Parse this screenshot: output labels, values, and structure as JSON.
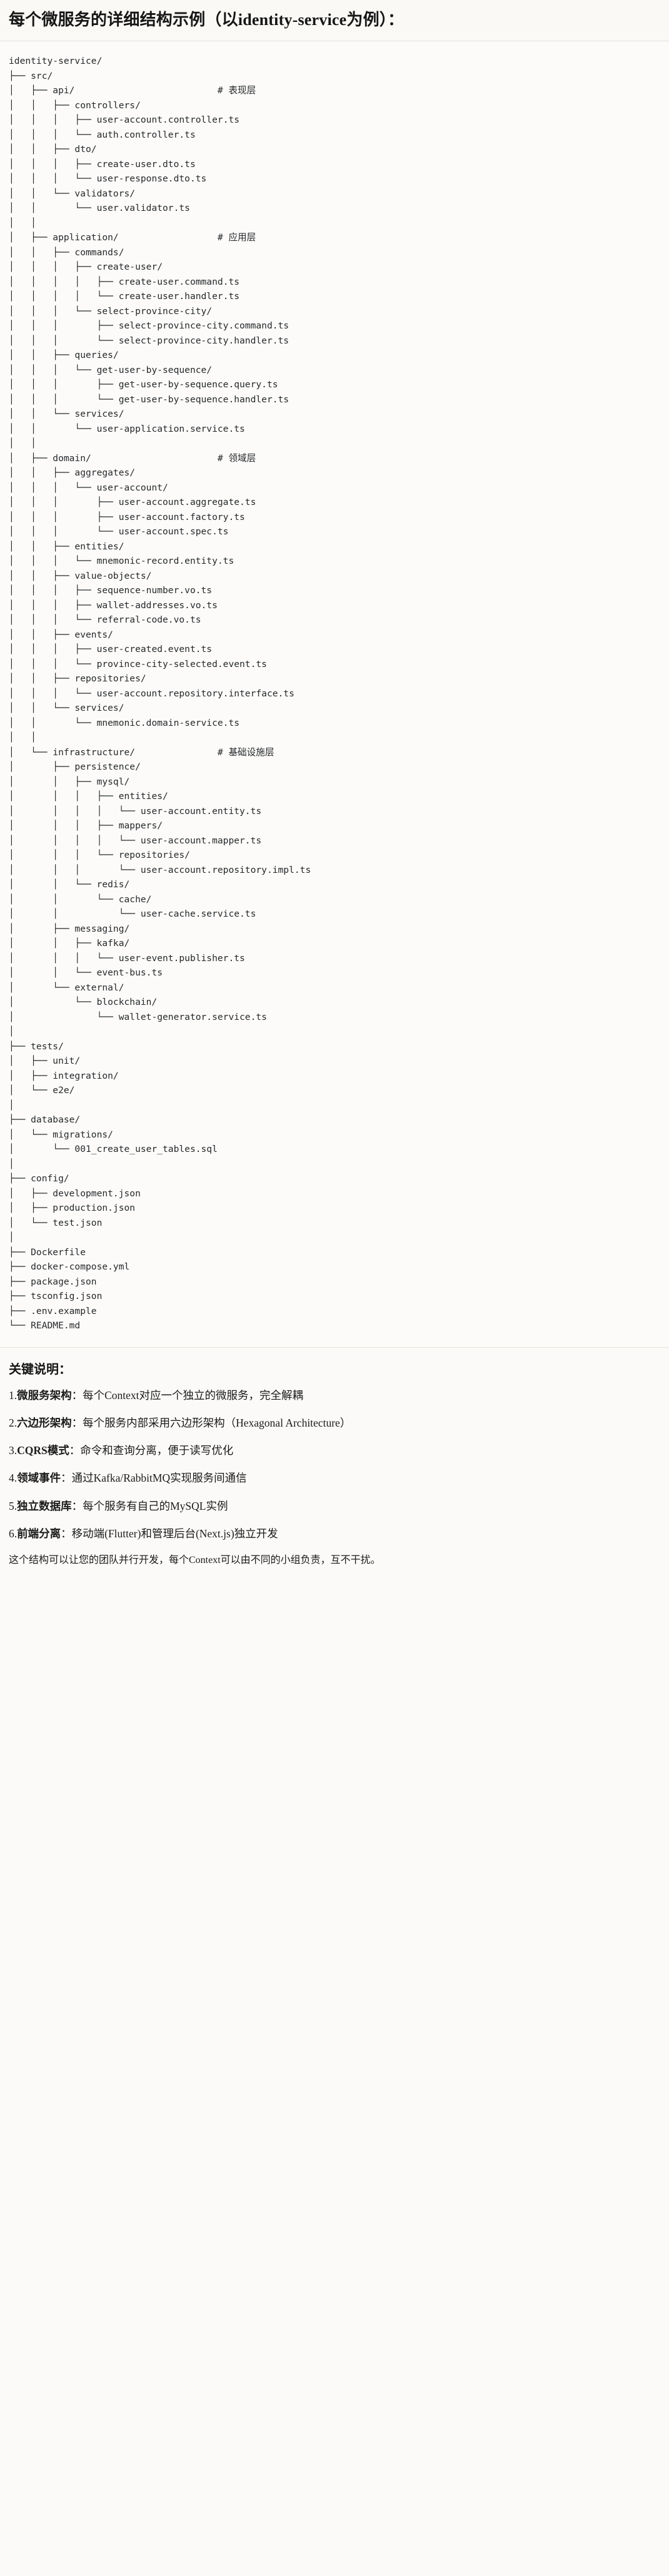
{
  "header": {
    "title": "每个微服务的详细结构示例（以identity-service为例）："
  },
  "tree": {
    "root": "identity-service/",
    "text": "identity-service/\n├── src/\n│   ├── api/                          # 表现层\n│   │   ├── controllers/\n│   │   │   ├── user-account.controller.ts\n│   │   │   └── auth.controller.ts\n│   │   ├── dto/\n│   │   │   ├── create-user.dto.ts\n│   │   │   └── user-response.dto.ts\n│   │   └── validators/\n│   │       └── user.validator.ts\n│   │\n│   ├── application/                  # 应用层\n│   │   ├── commands/\n│   │   │   ├── create-user/\n│   │   │   │   ├── create-user.command.ts\n│   │   │   │   └── create-user.handler.ts\n│   │   │   └── select-province-city/\n│   │   │       ├── select-province-city.command.ts\n│   │   │       └── select-province-city.handler.ts\n│   │   ├── queries/\n│   │   │   └── get-user-by-sequence/\n│   │   │       ├── get-user-by-sequence.query.ts\n│   │   │       └── get-user-by-sequence.handler.ts\n│   │   └── services/\n│   │       └── user-application.service.ts\n│   │\n│   ├── domain/                       # 领域层\n│   │   ├── aggregates/\n│   │   │   └── user-account/\n│   │   │       ├── user-account.aggregate.ts\n│   │   │       ├── user-account.factory.ts\n│   │   │       └── user-account.spec.ts\n│   │   ├── entities/\n│   │   │   └── mnemonic-record.entity.ts\n│   │   ├── value-objects/\n│   │   │   ├── sequence-number.vo.ts\n│   │   │   ├── wallet-addresses.vo.ts\n│   │   │   └── referral-code.vo.ts\n│   │   ├── events/\n│   │   │   ├── user-created.event.ts\n│   │   │   └── province-city-selected.event.ts\n│   │   ├── repositories/\n│   │   │   └── user-account.repository.interface.ts\n│   │   └── services/\n│   │       └── mnemonic.domain-service.ts\n│   │\n│   └── infrastructure/               # 基础设施层\n│       ├── persistence/\n│       │   ├── mysql/\n│       │   │   ├── entities/\n│       │   │   │   └── user-account.entity.ts\n│       │   │   ├── mappers/\n│       │   │   │   └── user-account.mapper.ts\n│       │   │   └── repositories/\n│       │   │       └── user-account.repository.impl.ts\n│       │   └── redis/\n│       │       └── cache/\n│       │           └── user-cache.service.ts\n│       ├── messaging/\n│       │   ├── kafka/\n│       │   │   └── user-event.publisher.ts\n│       │   └── event-bus.ts\n│       └── external/\n│           └── blockchain/\n│               └── wallet-generator.service.ts\n│\n├── tests/\n│   ├── unit/\n│   ├── integration/\n│   └── e2e/\n│\n├── database/\n│   └── migrations/\n│       └── 001_create_user_tables.sql\n│\n├── config/\n│   ├── development.json\n│   ├── production.json\n│   └── test.json\n│\n├── Dockerfile\n├── docker-compose.yml\n├── package.json\n├── tsconfig.json\n├── .env.example\n└── README.md",
    "layer_comments": [
      "# 表现层",
      "# 应用层",
      "# 领域层",
      "# 基础设施层"
    ]
  },
  "notes": {
    "title": "关键说明：",
    "items": [
      {
        "num": "1.",
        "term": "微服务架构",
        "sep": "：",
        "desc": "每个Context对应一个独立的微服务，完全解耦"
      },
      {
        "num": "2.",
        "term": "六边形架构",
        "sep": "：",
        "desc": "每个服务内部采用六边形架构（Hexagonal Architecture）"
      },
      {
        "num": "3.",
        "term": "CQRS模式",
        "sep": "：",
        "desc": "命令和查询分离，便于读写优化"
      },
      {
        "num": "4.",
        "term": "领域事件",
        "sep": "：",
        "desc": "通过Kafka/RabbitMQ实现服务间通信"
      },
      {
        "num": "5.",
        "term": "独立数据库",
        "sep": "：",
        "desc": "每个服务有自己的MySQL实例"
      },
      {
        "num": "6.",
        "term": "前端分离",
        "sep": "：",
        "desc": "移动端(Flutter)和管理后台(Next.js)独立开发"
      }
    ],
    "closing": "这个结构可以让您的团队并行开发，每个Context可以由不同的小组负责，互不干扰。"
  },
  "colors": {
    "page_bg": "#fbfaf8",
    "header_bg": "#faf9f6",
    "rule": "#e7e4dd",
    "text": "#1f1f1f",
    "code_text": "#26282b"
  }
}
